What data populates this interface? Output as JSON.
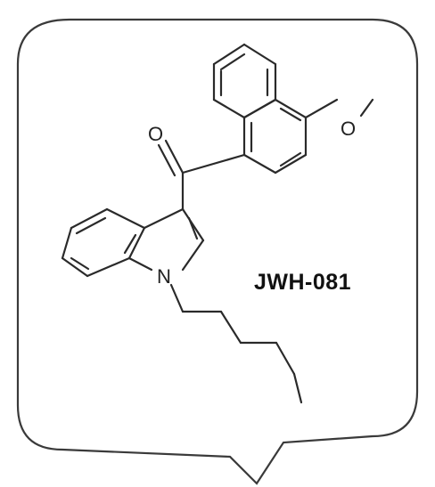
{
  "compound": {
    "name": "JWH-081"
  },
  "atoms": {
    "oxygen_carbonyl": "O",
    "oxygen_methoxy": "O",
    "nitrogen": "N"
  }
}
